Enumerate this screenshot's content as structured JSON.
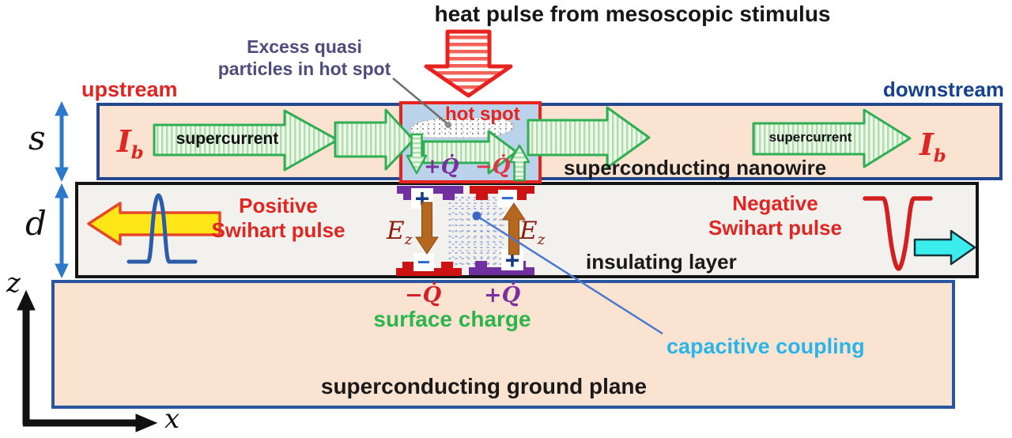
{
  "title": "heat pulse from mesoscopic stimulus",
  "labels": {
    "upstream": "upstream",
    "downstream": "downstream",
    "excess_line1": "Excess quasi",
    "excess_line2": "particles in hot spot",
    "hot_spot": "hot spot",
    "supercurrent": "supercurrent",
    "nanowire": "superconducting nanowire",
    "insulating_layer": "insulating layer",
    "ground_plane": "superconducting ground plane",
    "surface_charge": "surface charge",
    "capacitive_coupling": "capacitive coupling",
    "positive_line1": "Positive",
    "positive_line2": "Swihart pulse",
    "negative_line1": "Negative",
    "negative_line2": "Swihart pulse"
  },
  "math": {
    "ib_symbol": "I",
    "ib_sub": "b",
    "ez_symbol": "E",
    "ez_sub": "z",
    "q_plus": "+Q̇",
    "q_minus": "−Q̇",
    "plus_sign": "+",
    "minus_sign": "−",
    "s": "s",
    "d": "d",
    "z": "z",
    "x": "x"
  },
  "colors": {
    "layer_fill": "#fbe3d2",
    "insulator_fill": "#f2f1ee",
    "hotspot_fill": "#bad3ea",
    "blue_border": "#24488e",
    "red_accent": "#e8231f",
    "green_arrow": "#2fae54",
    "green_text": "#2db54d",
    "cyan_text": "#29b5e8",
    "purple_text": "#7b2fa0",
    "slate_text": "#4f4b7d",
    "navy_text": "#173a85",
    "brown_arrow": "#b5671f",
    "yellow_arrow": "#ffe617",
    "cyan_arrow": "#3ceded"
  }
}
